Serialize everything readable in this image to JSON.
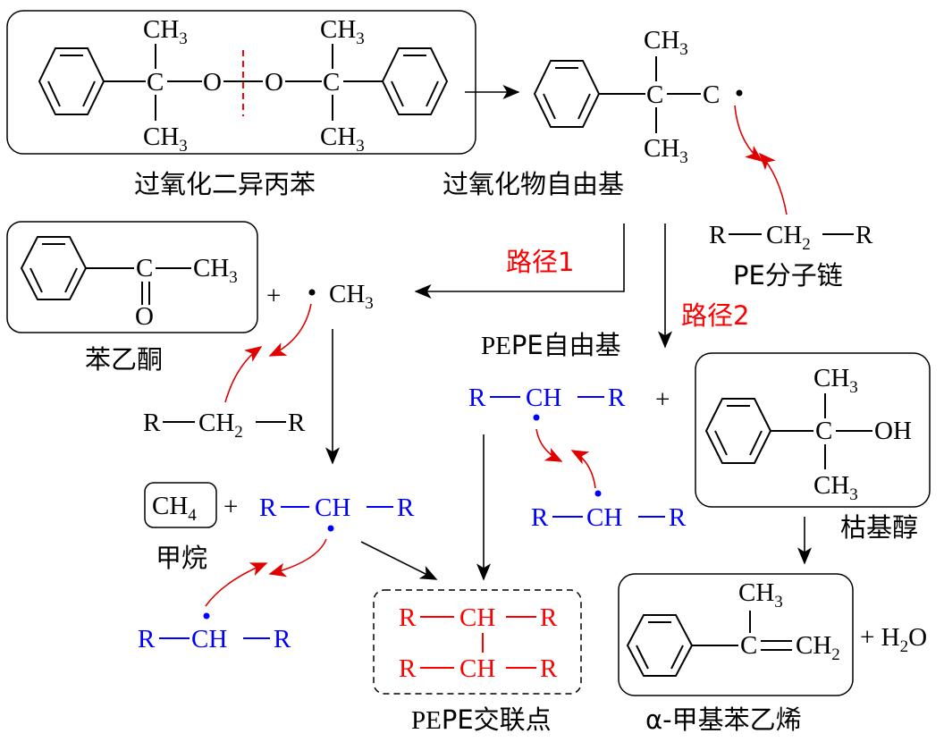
{
  "labels": {
    "dicumyl_peroxide": "过氧化二异丙苯",
    "peroxide_radical": "过氧化物自由基",
    "pe_chain": "PE分子链",
    "route1": "路径1",
    "route2": "路径2",
    "acetophenone": "苯乙酮",
    "pe_radical": "PE自由基",
    "cumyl_alcohol": "枯基醇",
    "methane": "甲烷",
    "crosslink": "PE交联点",
    "alpha_methylstyrene": "α-甲基苯乙烯"
  },
  "atoms": {
    "C": "C",
    "O": "O",
    "R": "R",
    "CH": "CH",
    "CH2": "CH",
    "CH2_sub": "2",
    "CH3": "CH",
    "CH3_sub": "3",
    "CH4": "CH",
    "CH4_sub": "4",
    "OH": "OH",
    "H2O_H": "H",
    "H2O_sub": "2",
    "H2O_O": "O",
    "plus": "+",
    "radical_dot": "•"
  },
  "colors": {
    "blue": "#0000ff",
    "red": "#ff0000",
    "black": "#000000"
  }
}
